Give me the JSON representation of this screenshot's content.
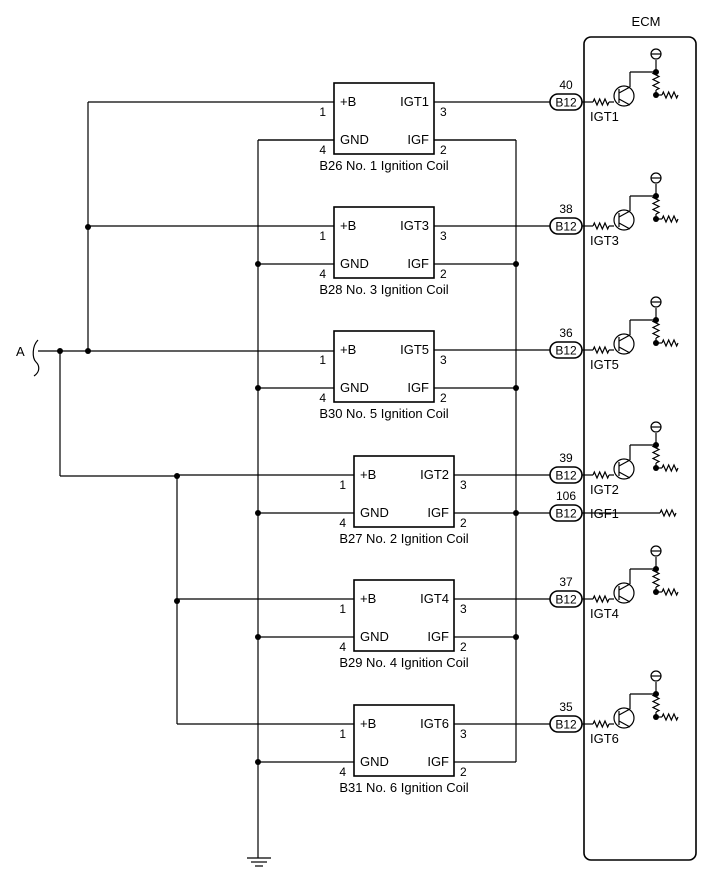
{
  "ecm": {
    "title": "ECM"
  },
  "harness": {
    "label": "A",
    "connector": "B12"
  },
  "terminals": {
    "power": "+B",
    "ground": "GND",
    "feedback": "IGF",
    "pin_power": "1",
    "pin_ground": "4",
    "pin_feedback": "2",
    "pin_trigger": "3"
  },
  "coils": [
    {
      "caption": "B26 No. 1 Ignition Coil",
      "trigger": "IGT1",
      "ecm_pin": "40",
      "ecm_label": "IGT1"
    },
    {
      "caption": "B28 No. 3 Ignition Coil",
      "trigger": "IGT3",
      "ecm_pin": "38",
      "ecm_label": "IGT3"
    },
    {
      "caption": "B30 No. 5 Ignition Coil",
      "trigger": "IGT5",
      "ecm_pin": "36",
      "ecm_label": "IGT5"
    },
    {
      "caption": "B27 No. 2 Ignition Coil",
      "trigger": "IGT2",
      "ecm_pin": "39",
      "ecm_label": "IGT2"
    },
    {
      "caption": "B29 No. 4 Ignition Coil",
      "trigger": "IGT4",
      "ecm_pin": "37",
      "ecm_label": "IGT4"
    },
    {
      "caption": "B31 No. 6 Ignition Coil",
      "trigger": "IGT6",
      "ecm_pin": "35",
      "ecm_label": "IGT6"
    }
  ],
  "igf": {
    "ecm_pin": "106",
    "ecm_label": "IGF1"
  }
}
